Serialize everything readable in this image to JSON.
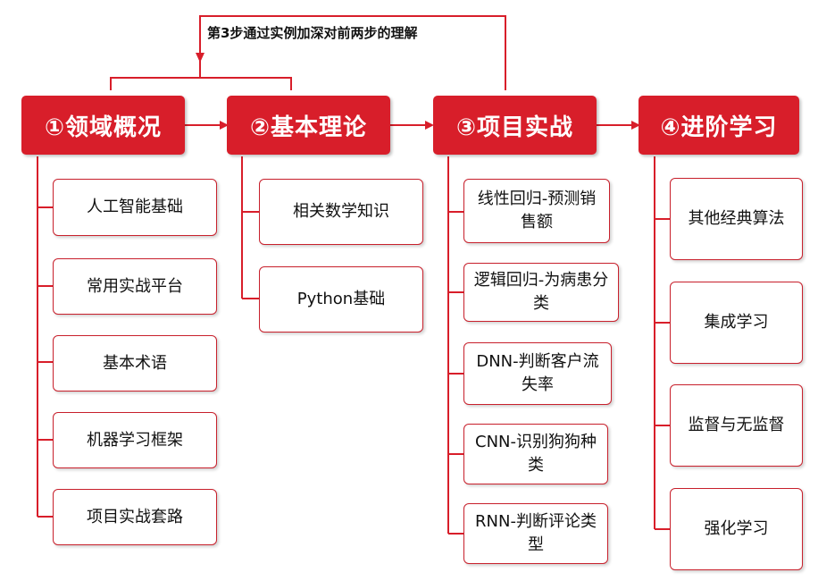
{
  "note": "第3步通过实例加深对前两步的理解",
  "colors": {
    "accent": "#d81e2a",
    "border": "#c8202c",
    "line": "#d81e2a"
  },
  "columns": [
    {
      "title": "①领域概况",
      "items": [
        "人工智能基础",
        "常用实战平台",
        "基本术语",
        "机器学习框架",
        "项目实战套路"
      ]
    },
    {
      "title": "②基本理论",
      "items": [
        "相关数学知识",
        "Python基础"
      ]
    },
    {
      "title": "③项目实战",
      "items": [
        "线性回归-预测销售额",
        "逻辑回归-为病患分类",
        "DNN-判断客户流失率",
        "CNN-识别狗狗种类",
        "RNN-判断评论类型"
      ]
    },
    {
      "title": "④进阶学习",
      "items": [
        "其他经典算法",
        "集成学习",
        "监督与无监督",
        "强化学习"
      ]
    }
  ]
}
